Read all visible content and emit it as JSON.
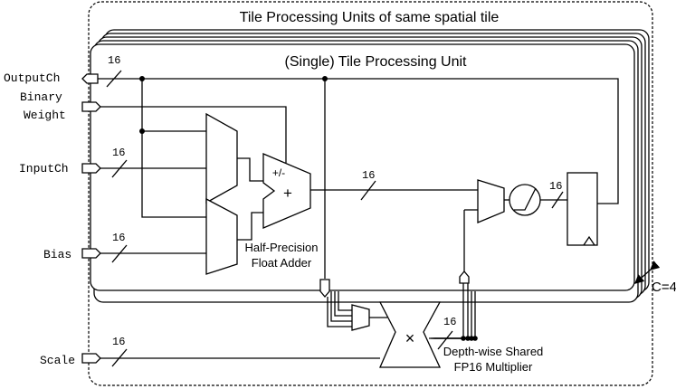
{
  "title": "Tile Processing Units of same spatial tile",
  "unit_title": "(Single) Tile Processing Unit",
  "ports": {
    "output_ch": "OutputCh",
    "binary_line1": "Binary",
    "binary_line2": "Weight",
    "input_ch": "InputCh",
    "bias": "Bias",
    "scale": "Scale"
  },
  "bus_width": "16",
  "adder_ops": "+/-",
  "adder_plus": "+",
  "adder_label_line1": "Half-Precision",
  "adder_label_line2": "Float Adder",
  "multiplier_symbol": "×",
  "multiplier_label_line1": "Depth-wise Shared",
  "multiplier_label_line2": "FP16 Multiplier",
  "stack_label": "C=4",
  "colors": {
    "stroke": "#000000",
    "background": "#ffffff"
  }
}
